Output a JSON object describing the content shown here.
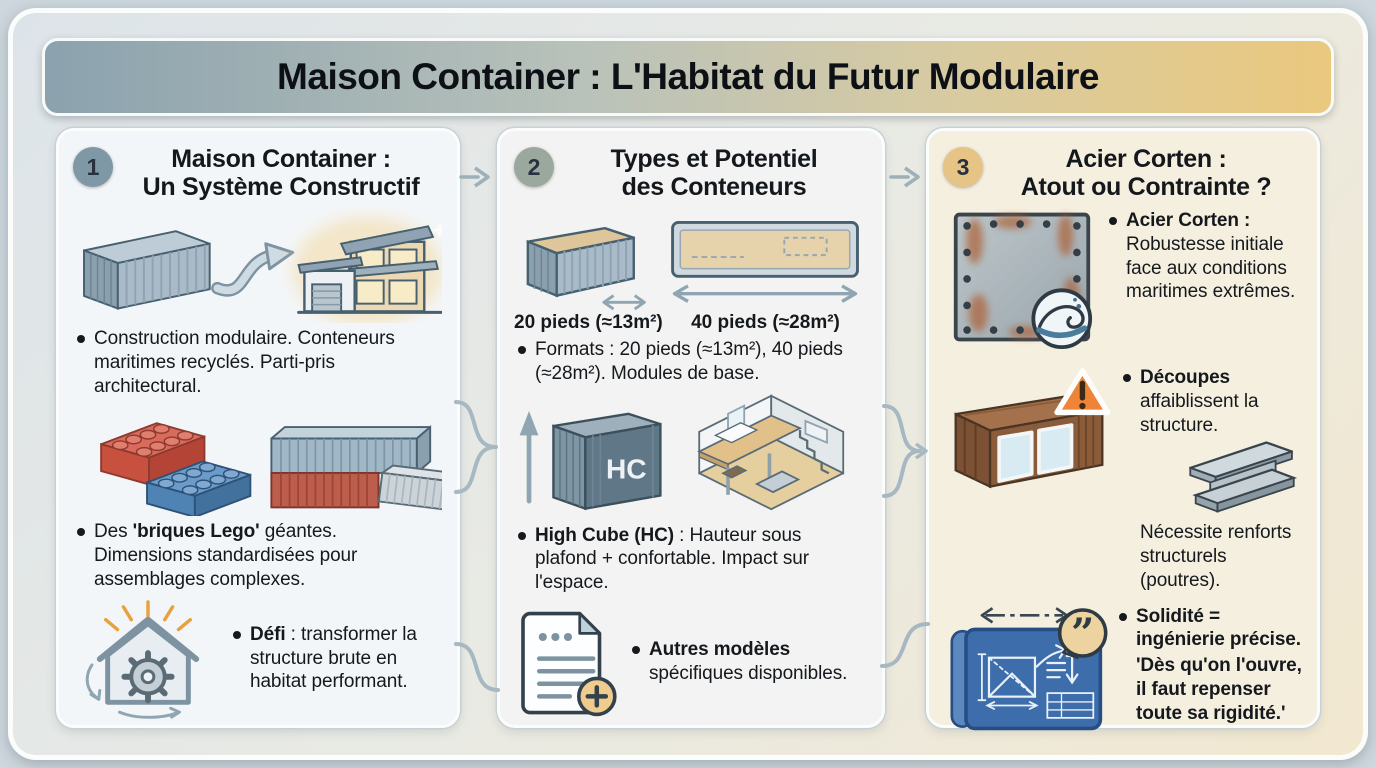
{
  "page_title": "Maison Container : L'Habitat du Futur Modulaire",
  "colors": {
    "title_gradient_left": "#8ba2ae",
    "title_gradient_right": "#eac87e",
    "badge1": "#7f98a6",
    "badge2": "#9aa89e",
    "badge3": "#e6c485",
    "card1_bg": "#f3f6f8",
    "card2_bg": "#f2f3f2",
    "card3_bg": "#f5efdf",
    "rust_orange": "#b06a3f",
    "warning_orange": "#ef8438",
    "blueprint_blue": "#3e6dab",
    "lego_red": "#c8503f",
    "lego_blue": "#4f83b4",
    "connector_gray_blue": "#9db0ba"
  },
  "icons": {
    "card1": [
      "container-to-house-illustration",
      "lego-bricks-and-containers-illustration",
      "house-gear-icon"
    ],
    "card2": [
      "container-20ft-illustration",
      "container-40ft-topview-illustration",
      "high-cube-container-illustration",
      "interior-mezzanine-illustration",
      "document-plus-icon"
    ],
    "card3": [
      "corten-steel-plate-illustration",
      "wave-icon",
      "rusty-container-illustration",
      "warning-icon",
      "i-beam-illustration",
      "blueprint-illustration",
      "quote-icon"
    ]
  },
  "columns": [
    {
      "badge": "1",
      "title": [
        "Maison Container :",
        "Un Système Constructif"
      ],
      "bullets": [
        {
          "pre": "Construction modulaire. Conteneurs maritimes recyclés. Parti-pris architectural.",
          "bold": "",
          "post": ""
        },
        {
          "pre": "Des ",
          "bold": "'briques Lego'",
          "post": " géantes. Dimensions standardisées pour assemblages complexes."
        },
        {
          "pre": "",
          "bold": "Défi",
          "post": " : transformer la structure brute en habitat performant."
        }
      ]
    },
    {
      "badge": "2",
      "title": [
        "Types et Potentiel",
        "des Conteneurs"
      ],
      "size_labels": [
        "20 pieds (≈13m²)",
        "40 pieds (≈28m²)"
      ],
      "hc_label": "HC",
      "plus_glyph": "+",
      "bullets": [
        {
          "pre": "Formats : 20 pieds (≈13m²), 40 pieds (≈28m²). Modules de base.",
          "bold": "",
          "post": ""
        },
        {
          "pre": "",
          "bold": "High Cube (HC)",
          "post": " : Hauteur sous plafond + confortable. Impact sur l'espace."
        },
        {
          "pre": "",
          "bold": "Autres modèles",
          "post": " spécifiques disponibles."
        }
      ]
    },
    {
      "badge": "3",
      "title": [
        "Acier Corten :",
        "Atout ou Contrainte ?"
      ],
      "warning_glyph": "!",
      "quote_glyph": "”",
      "reinforce_note": "Nécessite renforts structurels (poutres).",
      "bullets": [
        {
          "pre": "",
          "bold": "Acier Corten :",
          "post": " Robustesse initiale face aux conditions maritimes extrêmes."
        },
        {
          "pre": "",
          "bold": "Découpes",
          "post": " affaiblissent la structure."
        },
        {
          "pre": "",
          "bold": "Solidité = ingénierie précise.",
          "post": "",
          "quote": "'Dès qu'on l'ouvre, il faut repenser toute sa rigidité.'"
        }
      ]
    }
  ]
}
